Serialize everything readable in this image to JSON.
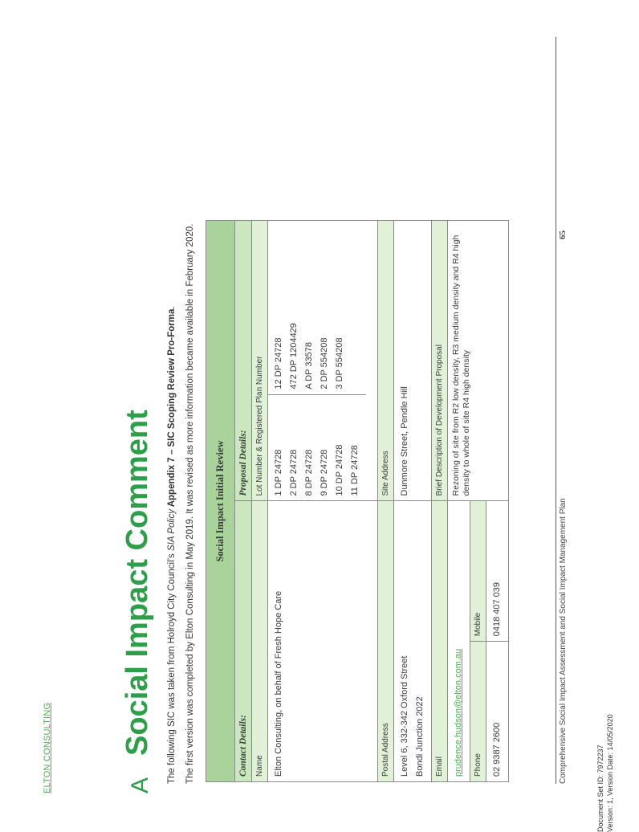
{
  "brand": "ELTON CONSULTING",
  "heading": {
    "letter": "A",
    "title": "Social Impact Comment"
  },
  "intro": {
    "line1_a": "The following SIC was taken from Holroyd City Council’s ",
    "line1_italic": "SIA Policy",
    "line1_bold": " Appendix 7 – SIC Scoping Review Pro-Forma",
    "line1_end": ".",
    "line2": "The first version was completed by Elton Consulting in May 2019. It was revised as more information became available in February 2020."
  },
  "table": {
    "title": "Social Impact Initial Review",
    "contact_heading": "Contact Details:",
    "proposal_heading": "Proposal Details:",
    "name_label": "Name",
    "name_value": "Elton Consulting, on behalf of Fresh Hope Care",
    "lot_label": "Lot Number & Registered Plan Number",
    "lots_col1": [
      "1 DP 24728",
      "2 DP 24728",
      "8 DP 24728",
      "9 DP 24728",
      "10 DP 24728",
      "11 DP 24728"
    ],
    "lots_col2": [
      "12 DP 24728",
      "472 DP 1204429",
      "A DP 33578",
      "2 DP 554208",
      "3 DP 554208"
    ],
    "postal_label": "Postal Address",
    "postal_line1": "Level 6, 332-342 Oxford Street",
    "postal_line2": "Bondi Junction 2022",
    "site_label": "Site Address",
    "site_value": "Dunmore Street, Pendle Hill",
    "email_label": "Email",
    "email_value": "prudence.hudson@elton.com.au",
    "desc_label": "Brief Description of Development Proposal",
    "desc_value": "Rezoning of site from R2 low density, R3 medium density and R4 high density to whole of site R4 high density",
    "phone_label": "Phone",
    "phone_value": "02 9387 2600",
    "mobile_label": "Mobile",
    "mobile_value": "0418 407 039"
  },
  "footer": {
    "left": "Comprehensive Social Impact Assessment and Social Impact Management Plan",
    "page_number": "65"
  },
  "doc_meta": {
    "line1": "Document Set ID: 7972237",
    "line2": "Version: 1, Version Date: 14/05/2020"
  }
}
